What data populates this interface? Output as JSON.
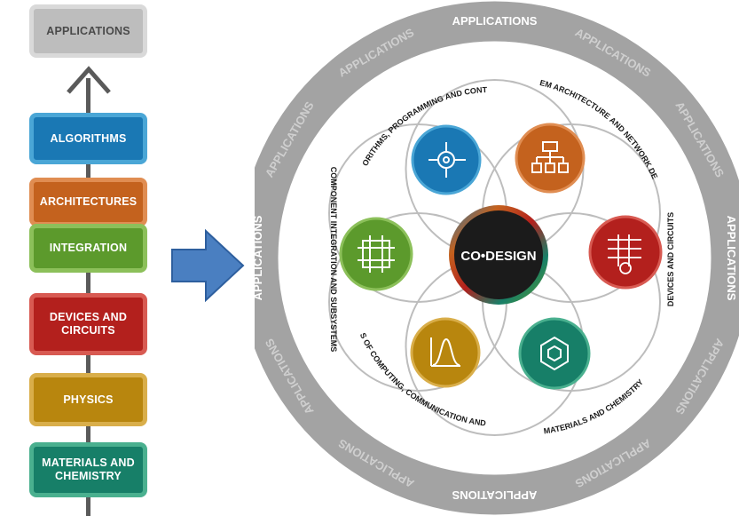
{
  "stack": {
    "applications": "APPLICATIONS",
    "algorithms": "ALGORITHMS",
    "architectures": "ARCHITECTURES",
    "integration": "INTEGRATION",
    "devices": "DEVICES AND\nCIRCUITS",
    "physics": "PHYSICS",
    "materials": "MATERIALS AND\nCHEMISTRY"
  },
  "wheel": {
    "center": "CO•DESIGN",
    "ring_word": "APPLICATIONS",
    "labels": {
      "algorithms": "ALGORITHMS, PROGRAMMING AND CONTROL",
      "system": "SYSTEM ARCHITECTURE AND NETWORK DESIGN",
      "component": "COMPONENT INTEGRATION AND SUBSYSTEMS",
      "devices": "DEVICES AND CIRCUITS",
      "physics": "PHYSICS OF COMPUTING, COMMUNICATION AND POWER",
      "materials": "MATERIALS AND CHEMISTRY"
    }
  },
  "colors": {
    "blue": "#1a78b4",
    "orange": "#c4621e",
    "green": "#5c9a2c",
    "red": "#b3201d",
    "gold": "#b8860e",
    "teal": "#177f68",
    "ring": "#9e9e9e",
    "arrow": "#4a7fc1"
  },
  "icons": {
    "algorithms": "gear-circuit-icon",
    "system": "network-hierarchy-icon",
    "component": "circuit-board-icon",
    "devices": "circuit-grid-icon",
    "physics": "bell-curve-icon",
    "materials": "molecule-icon"
  }
}
